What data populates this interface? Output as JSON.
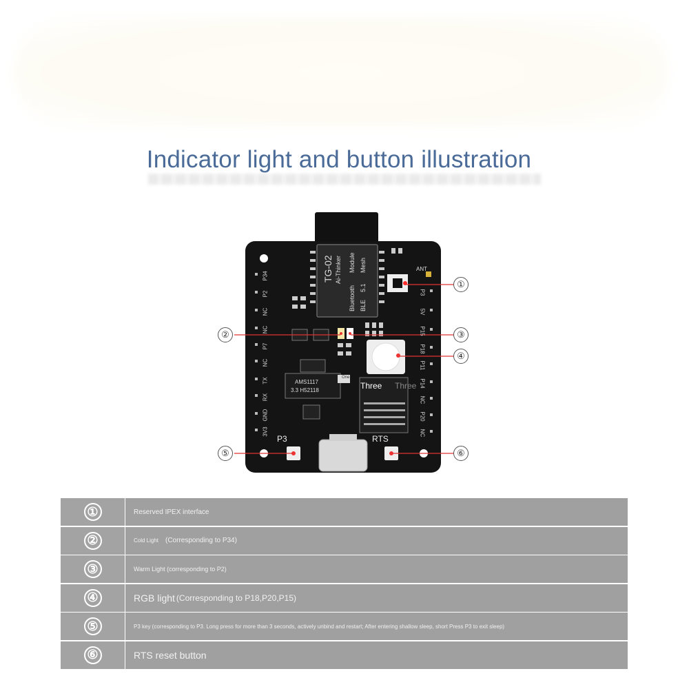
{
  "title": "Indicator light and button illustration",
  "board": {
    "module_name": "TG-02",
    "module_brand": "Ai-Thinker",
    "module_line1": "Module",
    "module_line2": "Mesh",
    "module_line3": "Bluetooth",
    "module_line4": "BLE",
    "module_line5": "5.1",
    "ant_label": "ANT",
    "chip_line1": "AMS1117",
    "chip_line2": "3.3 H52118",
    "one_label": "One",
    "three_left": "Three",
    "three_right": "Three",
    "p3_label": "P3",
    "rts_label": "RTS",
    "left_pins": [
      "P34",
      "P2",
      "NC",
      "NC",
      "P7",
      "NC",
      "TX",
      "RX",
      "GND",
      "3V3"
    ],
    "right_pins": [
      "P3",
      "5V",
      "P15",
      "P18",
      "P11",
      "P14",
      "NC",
      "P20",
      "NC"
    ]
  },
  "callouts": [
    "①",
    "②",
    "③",
    "④",
    "⑤",
    "⑥"
  ],
  "table": {
    "rows": [
      {
        "num": "①",
        "text": "Reserved IPEX interface"
      },
      {
        "num": "②",
        "text_a": "Cold Light",
        "text_b": "(Corresponding to P34)"
      },
      {
        "num": "③",
        "text": "Warm Light (corresponding to P2)"
      },
      {
        "num": "④",
        "text_a": "RGB light",
        "text_b": "(Corresponding to P18,P20,P15)"
      },
      {
        "num": "⑤",
        "text": "P3 key (corresponding to P3. Long press for more than 3 seconds, actively unbind and restart; After entering shallow sleep, short Press P3 to exit sleep)"
      },
      {
        "num": "⑥",
        "text": "RTS reset button"
      }
    ]
  }
}
